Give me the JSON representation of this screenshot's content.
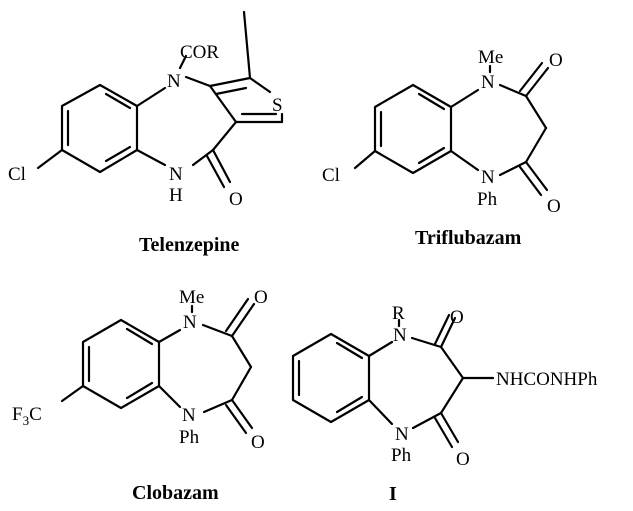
{
  "structures": {
    "telenzepine": {
      "caption": "Telenzepine",
      "labels": {
        "acyl": "COR",
        "n_top": "N",
        "sulfur": "S",
        "chlorine": "Cl",
        "n_bottom": "N",
        "hydrogen": "H",
        "oxygen": "O"
      }
    },
    "triflubazam": {
      "caption": "Triflubazam",
      "labels": {
        "methyl": "Me",
        "n_top": "N",
        "oxygen_top": "O",
        "chlorine": "Cl",
        "n_bottom": "N",
        "phenyl": "Ph",
        "oxygen_bottom": "O"
      }
    },
    "clobazam": {
      "caption": "Clobazam",
      "labels": {
        "methyl": "Me",
        "n_top": "N",
        "oxygen_top": "O",
        "f3_prefix": "F",
        "f3_subscript": "3",
        "f3_suffix": "C",
        "n_bottom": "N",
        "phenyl": "Ph",
        "oxygen_bottom": "O"
      }
    },
    "compound_i": {
      "caption": "I",
      "labels": {
        "r_group": "R",
        "n_top": "N",
        "oxygen_top": "O",
        "amide": "NHCONHPh",
        "n_bottom": "N",
        "phenyl": "Ph",
        "oxygen_bottom": "O"
      }
    }
  }
}
